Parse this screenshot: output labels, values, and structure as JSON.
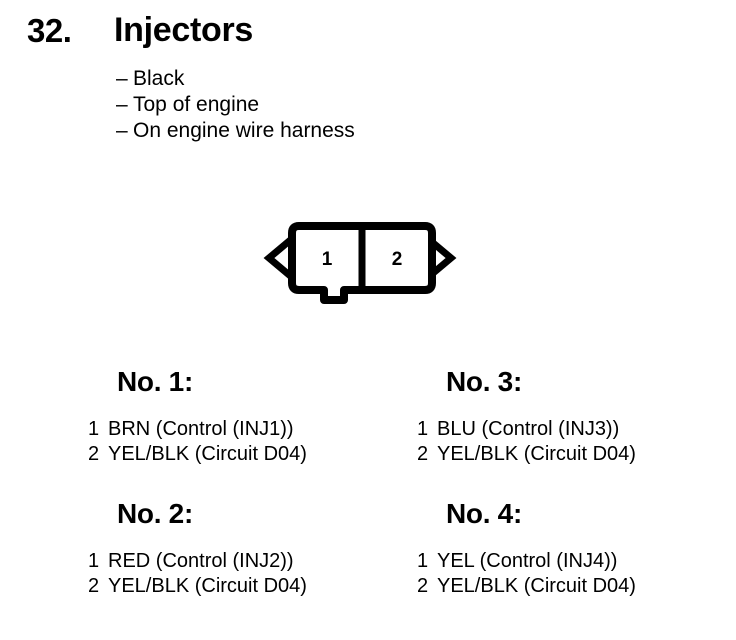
{
  "page": {
    "section_number": "32.",
    "title": "Injectors",
    "background_color": "#ffffff",
    "ink_color": "#000000"
  },
  "attributes": {
    "dash": "–",
    "items": [
      {
        "text": "Black"
      },
      {
        "text": "Top of engine"
      },
      {
        "text": "On engine wire harness"
      }
    ]
  },
  "connector": {
    "name": "2-pin-connector",
    "cavity_count": 2,
    "cavities": [
      {
        "label": "1"
      },
      {
        "label": "2"
      }
    ],
    "features": [
      "left-wing-tab",
      "right-wing-tab",
      "bottom-lock-tab"
    ]
  },
  "groups": [
    {
      "title": "No. 1:",
      "pins": [
        {
          "index": "1",
          "desc": "BRN (Control (INJ1))"
        },
        {
          "index": "2",
          "desc": "YEL/BLK (Circuit D04)"
        }
      ]
    },
    {
      "title": "No. 3:",
      "pins": [
        {
          "index": "1",
          "desc": "BLU (Control (INJ3))"
        },
        {
          "index": "2",
          "desc": "YEL/BLK (Circuit D04)"
        }
      ]
    },
    {
      "title": "No. 2:",
      "pins": [
        {
          "index": "1",
          "desc": "RED (Control (INJ2))"
        },
        {
          "index": "2",
          "desc": "YEL/BLK (Circuit D04)"
        }
      ]
    },
    {
      "title": "No. 4:",
      "pins": [
        {
          "index": "1",
          "desc": "YEL (Control (INJ4))"
        },
        {
          "index": "2",
          "desc": "YEL/BLK (Circuit D04)"
        }
      ]
    }
  ]
}
